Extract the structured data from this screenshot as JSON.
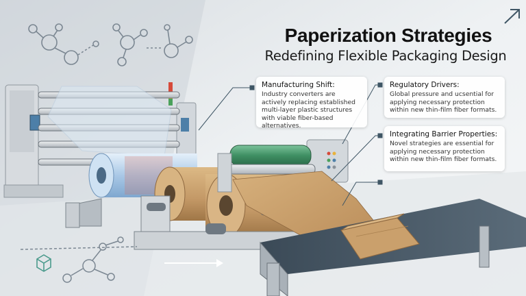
{
  "title": "Paperization Strategies",
  "subtitle": "Redefining Flexible Packaging Design",
  "cards": [
    {
      "heading": "Manufacturing Shift:",
      "body": "Industry converters are actively replacing established multi-layer plastic structures with viable fiber-based alternatives."
    },
    {
      "heading": "Regulatory Drivers:",
      "body": "Global pressure and ucsential for applying necessary protection within new thin-film fiber formats."
    },
    {
      "heading": "Integrating Barrier Properties:",
      "body": "Novel strategies are essential for applying necessary protection within new thin-film fiber formats."
    }
  ],
  "colors": {
    "kraft": "#c9a270",
    "kraft_dark": "#9c7446",
    "film": "#b9d3ea",
    "roller_green": "#3f8f63",
    "machine": "#d4d8dc",
    "accent_teal": "#4a9a8c"
  },
  "icons": [
    "molecule-icon",
    "cube-logo-icon",
    "arrow-right-icon",
    "corner-arrow-icon"
  ]
}
